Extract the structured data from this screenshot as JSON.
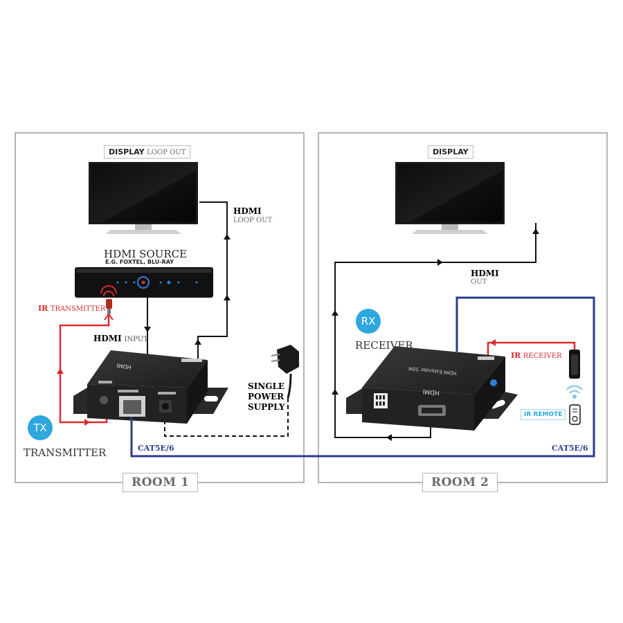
{
  "room1": {
    "label": "ROOM 1",
    "display_tag_bold": "DISPLAY",
    "display_tag_light": "LOOP OUT",
    "hdmi_loop_bold": "HDMI",
    "hdmi_loop_light": "LOOP OUT",
    "source_title": "HDMI SOURCE",
    "source_sub": "E.G. FOXTEL, BLU-RAY",
    "ir_transmitter_bold": "IR",
    "ir_transmitter_light": "TRANSMITTER",
    "hdmi_input_bold": "HDMI",
    "hdmi_input_light": "INPUT",
    "power_line1": "SINGLE",
    "power_line2": "POWER",
    "power_line3": "SUPPLY",
    "tx_badge": "TX",
    "tx_label": "TRANSMITTER",
    "cat_label": "CAT5E/6"
  },
  "room2": {
    "label": "ROOM 2",
    "display_tag": "DISPLAY",
    "hdmi_out_bold": "HDMI",
    "hdmi_out_light": "OUT",
    "rx_badge": "RX",
    "rx_label": "RECEIVER",
    "ir_receiver_bold": "IR",
    "ir_receiver_light": "RECEIVER",
    "ir_remote": "IR REMOTE",
    "cat_label": "CAT5E/6"
  },
  "colors": {
    "ir_red": "#d62b2b",
    "cat_blue": "#2b3a8c",
    "badge_blue": "#2ea7df",
    "frame_gray": "#b5b5b5"
  },
  "icons": [
    "tv-icon",
    "hdmi-source-icon",
    "ir-emitter-icon",
    "power-adapter-icon",
    "extender-tx-icon",
    "extender-rx-icon",
    "ir-receiver-eye-icon",
    "wifi-icon",
    "remote-icon"
  ]
}
